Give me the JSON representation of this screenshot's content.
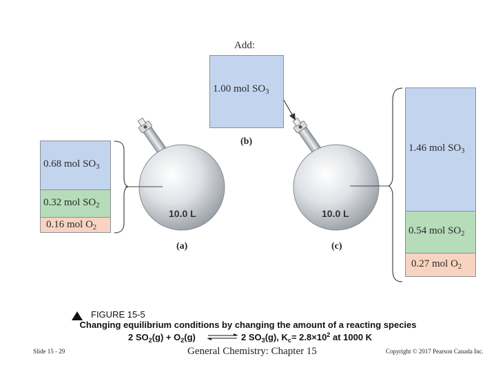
{
  "colors": {
    "so3": "#c3d5ee",
    "so2": "#b6dcba",
    "o2": "#f8d3c1",
    "border": "#8a8f96",
    "flask": "#d8dce1"
  },
  "panel_b": {
    "add_label": "Add:",
    "so3_amount": "1.00 mol SO",
    "so3_sub": "3",
    "part_label": "(b)"
  },
  "panel_a": {
    "so3_amount": "0.68 mol SO",
    "so3_sub": "3",
    "so2_amount": "0.32 mol SO",
    "so2_sub": "2",
    "o2_amount": "0.16 mol O",
    "o2_sub": "2",
    "volume": "10.0 L",
    "part_label": "(a)"
  },
  "panel_c": {
    "so3_amount": "1.46 mol SO",
    "so3_sub": "3",
    "so2_amount": "0.54 mol SO",
    "so2_sub": "2",
    "o2_amount": "0.27 mol O",
    "o2_sub": "2",
    "volume": "10.0 L",
    "part_label": "(c)"
  },
  "caption": {
    "figure": "FIGURE 15-5",
    "title": "Changing equilibrium conditions by changing the amount of a reacting species",
    "eq_left": "2 SO",
    "eq_left_sub": "2",
    "eq_left_rest": "(g) + O",
    "eq_left_sub2": "2",
    "eq_left_end": "(g)",
    "eq_right": "2 SO",
    "eq_right_sub": "3",
    "eq_right_rest": "(g), K",
    "eq_right_k_sub": "c",
    "eq_right_value": "= 2.8×10",
    "eq_right_exp": "2",
    "eq_right_end": " at 1000 K"
  },
  "footer": {
    "slide": "Slide 15 - 29",
    "course": "General Chemistry: Chapter 15",
    "copyright": "Copyright © 2017 Pearson Canada Inc."
  }
}
